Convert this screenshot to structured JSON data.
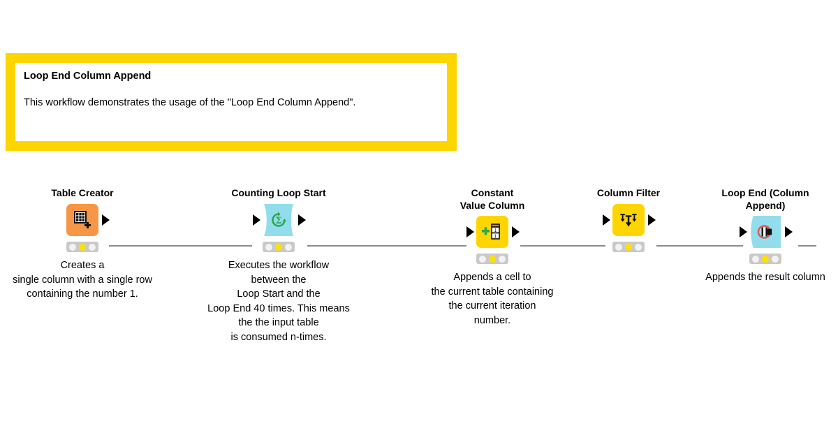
{
  "annotation": {
    "title": "Loop End Column Append",
    "body": "This workflow demonstrates the usage of the \"Loop End Column Append\".",
    "border_color": "#FFD500",
    "background_color": "#FFFFFF"
  },
  "canvas": {
    "background_color": "#FFFFFF",
    "connector_color": "#8C8C8C"
  },
  "nodes": [
    {
      "title": "Table Creator",
      "description": "Creates a\nsingle column with a single row\ncontaining the number 1.",
      "icon": "table-creator-icon",
      "shape": "square",
      "color": "#F79646",
      "status": "configured",
      "has_input_port": false,
      "has_output_port": true
    },
    {
      "title": "Counting Loop Start",
      "description": "Executes the workflow\nbetween the\nLoop Start and the\nLoop End 40 times. This means\nthe the input table\nis consumed n-times.",
      "icon": "counting-loop-start-icon",
      "shape": "loop-start",
      "color": "#92DDEC",
      "status": "configured",
      "has_input_port": true,
      "has_output_port": true
    },
    {
      "title": "Constant\nValue Column",
      "description": "Appends a cell to\nthe current table containing\nthe current iteration\nnumber.",
      "icon": "constant-value-column-icon",
      "shape": "square",
      "color": "#FFD500",
      "status": "configured",
      "has_input_port": true,
      "has_output_port": true
    },
    {
      "title": "Column Filter",
      "description": "",
      "icon": "column-filter-icon",
      "shape": "square",
      "color": "#FFD500",
      "status": "configured",
      "has_input_port": true,
      "has_output_port": true
    },
    {
      "title": "Loop End (Column\nAppend)",
      "description": "Appends the result column",
      "icon": "loop-end-column-append-icon",
      "shape": "loop-end",
      "color": "#92DDEC",
      "status": "configured",
      "has_input_port": true,
      "has_output_port": true
    }
  ]
}
